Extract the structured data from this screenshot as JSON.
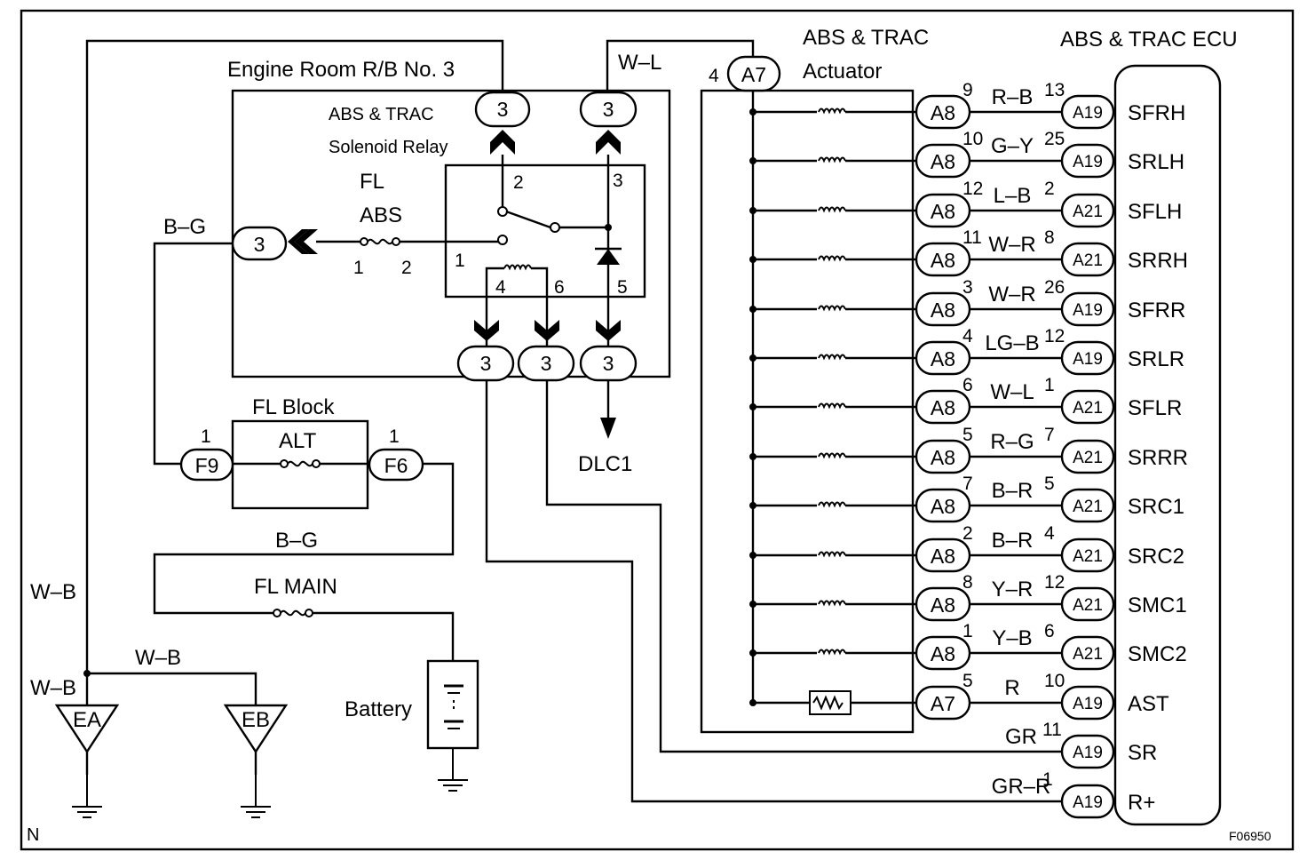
{
  "figure_id": "F06950",
  "corner_mark": "N",
  "engine_room_rb": {
    "title": "Engine Room R/B No. 3",
    "relay_label_1": "ABS & TRAC",
    "relay_label_2": "Solenoid Relay",
    "fuse_label_1": "FL",
    "fuse_label_2": "ABS",
    "connector_label": "3",
    "pins": {
      "p1a": "1",
      "p2a": "2",
      "p1b": "1",
      "p2": "2",
      "p3": "3",
      "p4": "4",
      "p5": "5",
      "p6": "6"
    }
  },
  "dlc": "DLC1",
  "fl_block": {
    "title": "FL Block",
    "fuse": "ALT",
    "left_conn": "F9",
    "right_conn": "F6",
    "left_pin": "1",
    "right_pin": "1"
  },
  "fl_main": "FL MAIN",
  "battery": "Battery",
  "grounds": {
    "ea": "EA",
    "eb": "EB"
  },
  "wire_colors": {
    "bg_top": "B–G",
    "bg_mid": "B–G",
    "wb_vert": "W–B",
    "wb_horiz": "W–B",
    "wb_ea": "W–B",
    "wl_top": "W–L"
  },
  "actuator": {
    "title_1": "ABS & TRAC",
    "title_2": "Actuator",
    "feed_connector": "A7",
    "feed_pin": "4"
  },
  "ecu": {
    "title": "ABS & TRAC ECU"
  },
  "circuits": [
    {
      "act_conn": "A8",
      "act_pin": "9",
      "wire": "R–B",
      "ecu_pin": "13",
      "ecu_conn": "A19",
      "terminal": "SFRH"
    },
    {
      "act_conn": "A8",
      "act_pin": "10",
      "wire": "G–Y",
      "ecu_pin": "25",
      "ecu_conn": "A19",
      "terminal": "SRLH"
    },
    {
      "act_conn": "A8",
      "act_pin": "12",
      "wire": "L–B",
      "ecu_pin": "2",
      "ecu_conn": "A21",
      "terminal": "SFLH"
    },
    {
      "act_conn": "A8",
      "act_pin": "11",
      "wire": "W–R",
      "ecu_pin": "8",
      "ecu_conn": "A21",
      "terminal": "SRRH"
    },
    {
      "act_conn": "A8",
      "act_pin": "3",
      "wire": "W–R",
      "ecu_pin": "26",
      "ecu_conn": "A19",
      "terminal": "SFRR"
    },
    {
      "act_conn": "A8",
      "act_pin": "4",
      "wire": "LG–B",
      "ecu_pin": "12",
      "ecu_conn": "A19",
      "terminal": "SRLR"
    },
    {
      "act_conn": "A8",
      "act_pin": "6",
      "wire": "W–L",
      "ecu_pin": "1",
      "ecu_conn": "A21",
      "terminal": "SFLR"
    },
    {
      "act_conn": "A8",
      "act_pin": "5",
      "wire": "R–G",
      "ecu_pin": "7",
      "ecu_conn": "A21",
      "terminal": "SRRR"
    },
    {
      "act_conn": "A8",
      "act_pin": "7",
      "wire": "B–R",
      "ecu_pin": "5",
      "ecu_conn": "A21",
      "terminal": "SRC1"
    },
    {
      "act_conn": "A8",
      "act_pin": "2",
      "wire": "B–R",
      "ecu_pin": "4",
      "ecu_conn": "A21",
      "terminal": "SRC2"
    },
    {
      "act_conn": "A8",
      "act_pin": "8",
      "wire": "Y–R",
      "ecu_pin": "12",
      "ecu_conn": "A21",
      "terminal": "SMC1"
    },
    {
      "act_conn": "A8",
      "act_pin": "1",
      "wire": "Y–B",
      "ecu_pin": "6",
      "ecu_conn": "A21",
      "terminal": "SMC2"
    },
    {
      "act_conn": "A7",
      "act_pin": "5",
      "wire": "R",
      "ecu_pin": "10",
      "ecu_conn": "A19",
      "terminal": "AST"
    }
  ],
  "extra_ecu": [
    {
      "wire": "GR",
      "ecu_pin": "11",
      "ecu_conn": "A19",
      "terminal": "SR"
    },
    {
      "wire": "GR–R",
      "ecu_pin": "1",
      "ecu_conn": "A19",
      "terminal": "R+"
    }
  ]
}
